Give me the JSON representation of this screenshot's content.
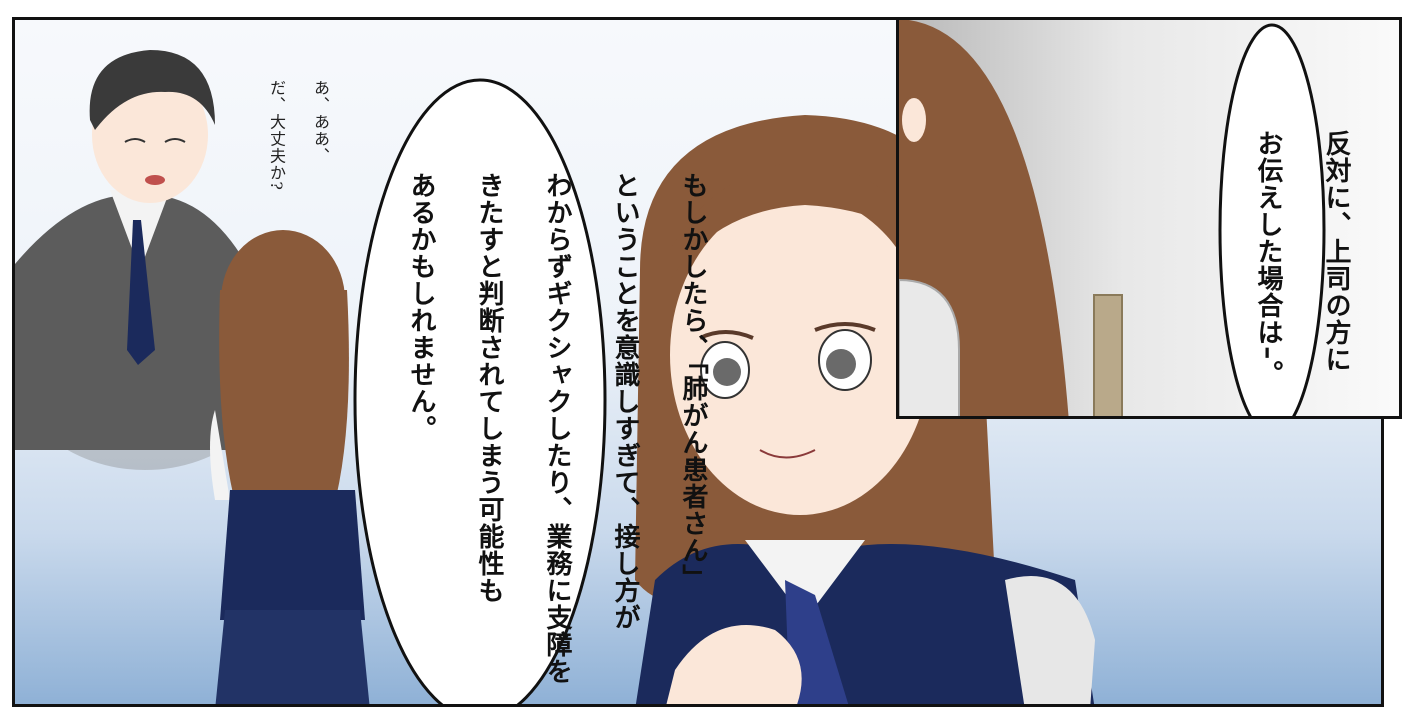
{
  "speech_main": {
    "lines": [
      "もしかしたら、「肺がん患者さん」",
      "ということを意識しすぎて、接し方が",
      "わからずギクシャクしたり、業務に支障を",
      "きたすと判断されてしまう可能性も",
      "あるかもしれません。"
    ]
  },
  "speech_inset": {
    "lines": [
      "反対に、上司の方に",
      "お伝えした場合は–。"
    ]
  },
  "speech_boss": {
    "lines": [
      "あ、ああ、",
      "だ、大丈夫か?"
    ]
  },
  "colors": {
    "hair": "#8a5a3a",
    "suit_navy": "#1b2a5c",
    "suit_gray": "#5a5a5a",
    "skin": "#fbe7d9"
  }
}
